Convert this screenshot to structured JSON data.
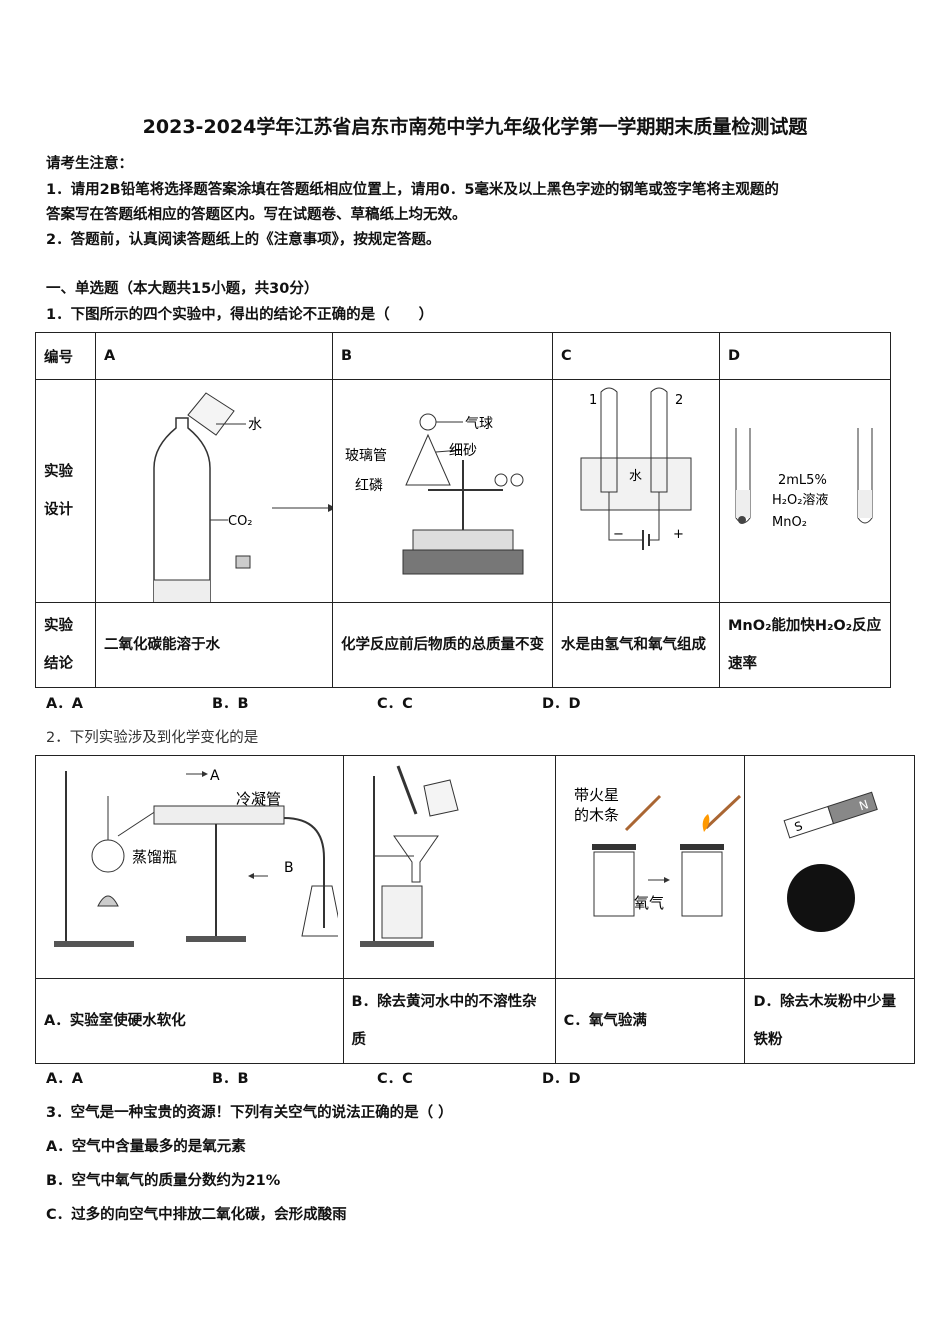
{
  "title": "2023-2024学年江苏省启东市南苑中学九年级化学第一学期期末质量检测试题",
  "notice": {
    "heading": "请考生注意：",
    "item1a": "1．请用2B铅笔将选择题答案涂填在答题纸相应位置上，请用0．5毫米及以上黑色字迹的钢笔或签字笔将主观题的",
    "item1b": "答案写在答题纸相应的答题区内。写在试题卷、草稿纸上均无效。",
    "item2": "2．答题前，认真阅读答题纸上的《注意事项》，按规定答题。"
  },
  "section": "一、单选题（本大题共15小题，共30分）",
  "q1": {
    "stem": "1．下图所示的四个实验中，得出的结论不正确的是（　　）",
    "header": [
      "编号",
      "A",
      "B",
      "C",
      "D"
    ],
    "row_design_label": [
      "实验",
      "设计"
    ],
    "row_conclusion_label": [
      "实验",
      "结论"
    ],
    "conclusions": [
      "二氧化碳能溶于水",
      "化学反应前后物质的总质量不变",
      "水是由氢气和氧气组成",
      "MnO₂能加快H₂O₂反应速率"
    ],
    "figA": {
      "water": "水",
      "co2": "CO₂"
    },
    "figB": {
      "balloon": "气球",
      "sand": "细砂",
      "glass_tube": "玻璃管",
      "red_phosphorus": "红磷"
    },
    "figC": {
      "tube1": "1",
      "tube2": "2",
      "water": "水",
      "minus": "−",
      "plus": "+"
    },
    "figD": {
      "solution1": "2mL5%",
      "solution2": "H₂O₂溶液",
      "catalyst": "MnO₂"
    },
    "options": [
      "A．A",
      "B．B",
      "C．C",
      "D．D"
    ]
  },
  "q2": {
    "stem": "2．下列实验涉及到化学变化的是",
    "figA": {
      "a": "A",
      "b": "B",
      "condenser": "冷凝管",
      "flask": "蒸馏瓶"
    },
    "figC": {
      "stick1": "带火星",
      "stick2": "的木条",
      "oxygen": "氧气"
    },
    "figD": {
      "s": "S",
      "n": "N"
    },
    "labels": [
      "A．实验室使硬水软化",
      "B．除去黄河水中的不溶性杂质",
      "C．氧气验满",
      "D．除去木炭粉中少量铁粉"
    ],
    "options": [
      "A．A",
      "B．B",
      "C．C",
      "D．D"
    ]
  },
  "q3": {
    "stem": "3．空气是一种宝贵的资源！下列有关空气的说法正确的是（ ）",
    "a": "A．空气中含量最多的是氧元素",
    "b": "B．空气中氧气的质量分数约为21%",
    "c": "C．过多的向空气中排放二氧化碳，会形成酸雨"
  }
}
